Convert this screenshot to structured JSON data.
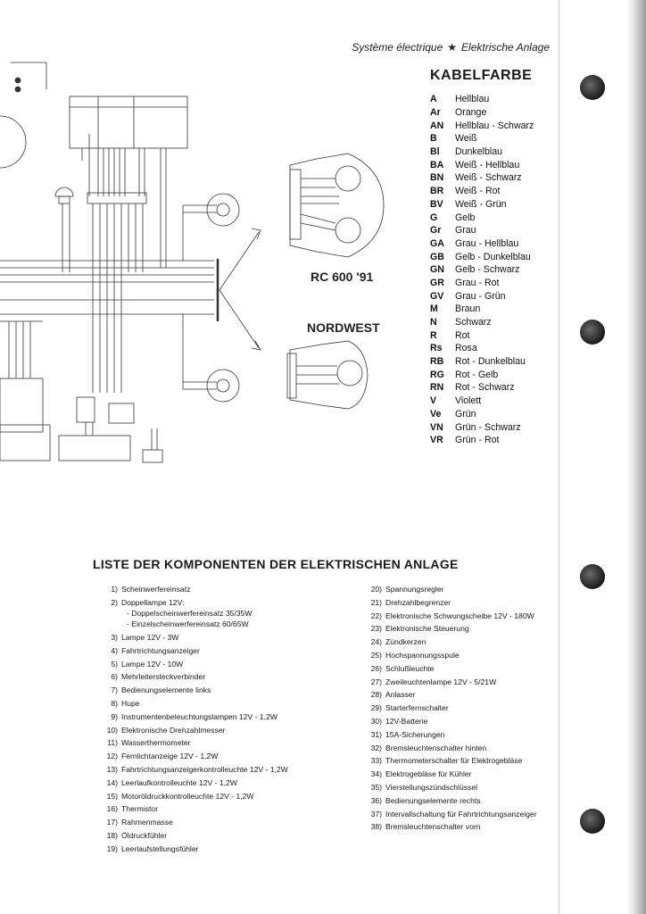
{
  "header": {
    "left_text": "Système électrique",
    "separator": "★",
    "right_text": "Elektrische Anlage"
  },
  "diagram": {
    "model_label": "RC 600 '91",
    "variant_label": "NORDWEST"
  },
  "kabelfarbe": {
    "title": "KABELFARBE",
    "items": [
      {
        "code": "A",
        "name": "Hellblau"
      },
      {
        "code": "Ar",
        "name": "Orange"
      },
      {
        "code": "AN",
        "name": "Hellblau - Schwarz"
      },
      {
        "code": "B",
        "name": "Weiß"
      },
      {
        "code": "Bl",
        "name": "Dunkelblau"
      },
      {
        "code": "BA",
        "name": "Weiß - Hellblau"
      },
      {
        "code": "BN",
        "name": "Weiß - Schwarz"
      },
      {
        "code": "BR",
        "name": "Weiß - Rot"
      },
      {
        "code": "BV",
        "name": "Weiß - Grün"
      },
      {
        "code": "G",
        "name": "Gelb"
      },
      {
        "code": "Gr",
        "name": "Grau"
      },
      {
        "code": "GA",
        "name": "Grau - Hellblau"
      },
      {
        "code": "GB",
        "name": "Gelb - Dunkelblau"
      },
      {
        "code": "GN",
        "name": "Gelb - Schwarz"
      },
      {
        "code": "GR",
        "name": "Grau - Rot"
      },
      {
        "code": "GV",
        "name": "Grau - Grün"
      },
      {
        "code": "M",
        "name": "Braun"
      },
      {
        "code": "N",
        "name": "Schwarz"
      },
      {
        "code": "R",
        "name": "Rot"
      },
      {
        "code": "Rs",
        "name": "Rosa"
      },
      {
        "code": "RB",
        "name": "Rot - Dunkelblau"
      },
      {
        "code": "RG",
        "name": "Rot - Gelb"
      },
      {
        "code": "RN",
        "name": "Rot - Schwarz"
      },
      {
        "code": "V",
        "name": "Violett"
      },
      {
        "code": "Ve",
        "name": "Grün"
      },
      {
        "code": "VN",
        "name": "Grün - Schwarz"
      },
      {
        "code": "VR",
        "name": "Grün - Rot"
      }
    ]
  },
  "components": {
    "title": "LISTE DER KOMPONENTEN DER ELEKTRISCHEN ANLAGE",
    "left": [
      {
        "num": "1)",
        "text": "Scheinwerfereinsatz"
      },
      {
        "num": "2)",
        "text": "Doppellampe 12V:",
        "sub": [
          "- Doppelscheinwerfereinsatz 35/35W",
          "- Einzelscheinwerfereinsatz 60/65W"
        ]
      },
      {
        "num": "3)",
        "text": "Lampe 12V - 3W"
      },
      {
        "num": "4)",
        "text": "Fahrtrichtungsanzeiger"
      },
      {
        "num": "5)",
        "text": "Lampe 12V - 10W"
      },
      {
        "num": "6)",
        "text": "Mehrleitersteckverbinder"
      },
      {
        "num": "7)",
        "text": "Bedienungselemente links"
      },
      {
        "num": "8)",
        "text": "Hupe"
      },
      {
        "num": "9)",
        "text": "Instrumentenbeleuchtungslampen 12V - 1,2W"
      },
      {
        "num": "10)",
        "text": "Elektronische Drehzahlmesser"
      },
      {
        "num": "11)",
        "text": "Wasserthermometer"
      },
      {
        "num": "12)",
        "text": "Fernlichtanzeige 12V - 1,2W"
      },
      {
        "num": "13)",
        "text": "Fahrtrichtungsanzeigerkontrolleuchte 12V - 1,2W"
      },
      {
        "num": "14)",
        "text": "Leerlaufkontrolleuchte 12V - 1,2W"
      },
      {
        "num": "15)",
        "text": "Motoröldruckkontrolleuchte 12V - 1,2W"
      },
      {
        "num": "16)",
        "text": "Thermistor"
      },
      {
        "num": "17)",
        "text": "Rahmenmasse"
      },
      {
        "num": "18)",
        "text": "Öldruckfühler"
      },
      {
        "num": "19)",
        "text": "Leerlaufstellungsfühler"
      }
    ],
    "right": [
      {
        "num": "20)",
        "text": "Spannungsregler"
      },
      {
        "num": "21)",
        "text": "Drehzahlbegrenzer"
      },
      {
        "num": "22)",
        "text": "Elektronische Schwungscheibe 12V - 180W"
      },
      {
        "num": "23)",
        "text": "Elektronische Steuerung"
      },
      {
        "num": "24)",
        "text": "Zündkerzen"
      },
      {
        "num": "25)",
        "text": "Hochspannungsspule"
      },
      {
        "num": "26)",
        "text": "Schlußleuchte"
      },
      {
        "num": "27)",
        "text": "Zweileuchtenlampe 12V - 5/21W"
      },
      {
        "num": "28)",
        "text": "Anlasser"
      },
      {
        "num": "29)",
        "text": "Starterfernschalter"
      },
      {
        "num": "30)",
        "text": "12V-Batterie"
      },
      {
        "num": "31)",
        "text": "15A-Sicherungen"
      },
      {
        "num": "32)",
        "text": "Bremsleuchtenschalter hinten"
      },
      {
        "num": "33)",
        "text": "Thermometerschalter für Elektrogebläse"
      },
      {
        "num": "34)",
        "text": "Elektrogebläse für Kühler"
      },
      {
        "num": "35)",
        "text": "Vierstellungszündschlüssel"
      },
      {
        "num": "36)",
        "text": "Bedienungselemente rechts"
      },
      {
        "num": "37)",
        "text": "Intervallschaltung für Fahrtrichtungsanzeiger"
      },
      {
        "num": "38)",
        "text": "Bremsleuchtenschalter vorn"
      }
    ]
  }
}
